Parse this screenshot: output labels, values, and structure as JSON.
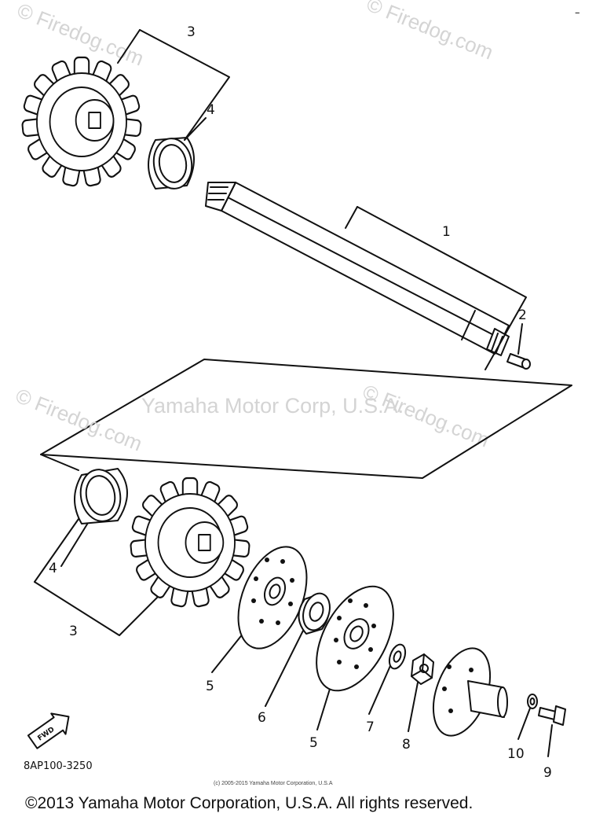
{
  "watermarks": {
    "top_left": "© Firedog.com",
    "top_right": "© Firedog.com",
    "mid_left": "© Firedog.com",
    "mid_right": "© Firedog.com",
    "center": "Yamaha Motor Corp, U.S.A."
  },
  "part_labels": {
    "shaft": "1",
    "bolt_small": "2",
    "sprocket_top": "3",
    "bushing_top": "4",
    "bushing_bottom": "4",
    "sprocket_bottom": "3",
    "plate_a": "5",
    "bearing": "6",
    "plate_b": "5",
    "washer": "7",
    "nut": "8",
    "bolt": "9",
    "lock_washer": "10"
  },
  "direction_badge": "FWD",
  "diagram_code": "8AP100-3250",
  "fine_print": "(c) 2005-2015 Yamaha Motor Corporation, U.S.A",
  "copyright": "©2013 Yamaha Motor Corporation, U.S.A. All rights reserved.",
  "corner_mark": "–"
}
